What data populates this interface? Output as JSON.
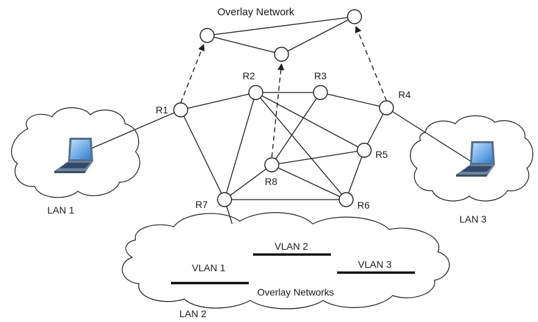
{
  "overlay_title": "Overlay Network",
  "routers": {
    "R1": "R1",
    "R2": "R2",
    "R3": "R3",
    "R4": "R4",
    "R5": "R5",
    "R6": "R6",
    "R7": "R7",
    "R8": "R8"
  },
  "lans": {
    "lan1": "LAN 1",
    "lan2": "LAN 2",
    "lan3": "LAN 3"
  },
  "vlans": {
    "vlan1": "VLAN 1",
    "vlan2": "VLAN 2",
    "vlan3": "VLAN 3"
  },
  "overlay_networks_label": "Overlay Networks",
  "colors": {
    "laptop_screen": "#3a8fd8",
    "laptop_body": "#5a6f86"
  }
}
